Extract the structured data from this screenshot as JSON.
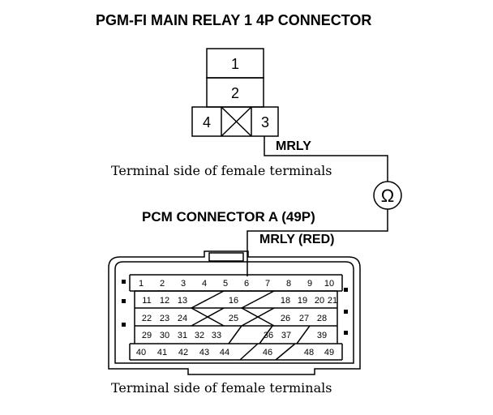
{
  "relay_connector": {
    "title": "PGM-FI MAIN RELAY 1 4P CONNECTOR",
    "terminals": [
      "1",
      "2",
      "3",
      "4"
    ],
    "wire_label": "MRLY",
    "caption": "Terminal side of female terminals"
  },
  "meter": {
    "symbol": "Ω",
    "icon": "ohmmeter-icon"
  },
  "pcm_connector": {
    "title": "PCM CONNECTOR A (49P)",
    "wire_label": "MRLY (RED)",
    "caption": "Terminal side of female terminals",
    "rows": [
      [
        "1",
        "2",
        "3",
        "4",
        "5",
        "6",
        "7",
        "8",
        "9",
        "10"
      ],
      [
        "11",
        "12",
        "13",
        "",
        "16",
        "",
        "18",
        "19",
        "20",
        "21"
      ],
      [
        "22",
        "23",
        "24",
        "",
        "25",
        "",
        "26",
        "27",
        "28"
      ],
      [
        "29",
        "30",
        "31",
        "32",
        "33",
        "",
        "36",
        "37",
        "",
        "39"
      ],
      [
        "40",
        "41",
        "42",
        "43",
        "44",
        "",
        "46",
        "",
        "48",
        "49"
      ]
    ]
  }
}
